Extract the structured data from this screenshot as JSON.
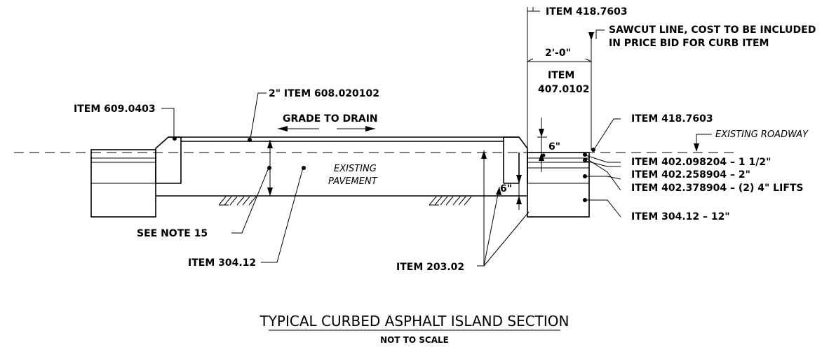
{
  "labels": {
    "item_418_top": "ITEM 418.7603",
    "sawcut_line1": "SAWCUT LINE, COST TO BE INCLUDED",
    "sawcut_line2": "IN PRICE BID FOR CURB ITEM",
    "dim_2ft": "2'-0\"",
    "curb_item_line1": "ITEM",
    "curb_item_line2": "407.0102",
    "item_608": "2\" ITEM 608.020102",
    "item_609": "ITEM 609.0403",
    "grade_to_drain": "GRADE TO DRAIN",
    "item_418_right": "ITEM 418.7603",
    "existing_roadway": "EXISTING ROADWAY",
    "dim_6in_top": "6\"",
    "item_402_098204": "ITEM 402.098204 – 1 1/2\"",
    "item_402_258904": "ITEM 402.258904 – 2\"",
    "item_402_378904": "ITEM 402.378904 – (2) 4\" LIFTS",
    "existing_pavement_line1": "EXISTING",
    "existing_pavement_line2": "PAVEMENT",
    "dim_6in_bottom": "6\"",
    "item_304_12_right": "ITEM 304.12 – 12\"",
    "see_note_15": "SEE NOTE 15",
    "item_304_12_left": "ITEM 304.12",
    "item_203_02": "ITEM 203.02"
  },
  "title": "TYPICAL CURBED ASPHALT ISLAND SECTION",
  "subtitle": "NOT TO SCALE"
}
